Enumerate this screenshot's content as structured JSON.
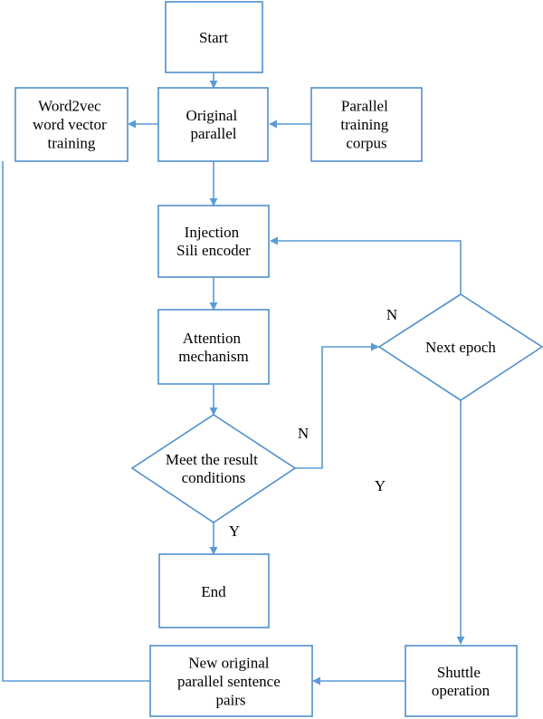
{
  "colors": {
    "node_border": "#4f8fcf",
    "arrow": "#5b9bd5",
    "text": "#000000",
    "background": "#ffffff"
  },
  "nodes": {
    "start": {
      "lines": [
        "Start"
      ]
    },
    "word2vec": {
      "lines": [
        "Word2vec",
        "word vector",
        "training"
      ]
    },
    "original": {
      "lines": [
        "Original",
        "parallel"
      ]
    },
    "parallel_corpus": {
      "lines": [
        "Parallel",
        "training",
        "corpus"
      ]
    },
    "injection": {
      "lines": [
        "Injection",
        "Sili encoder"
      ]
    },
    "attention": {
      "lines": [
        "Attention",
        "mechanism"
      ]
    },
    "meet_result": {
      "lines": [
        "Meet the result",
        "conditions"
      ]
    },
    "next_epoch": {
      "lines": [
        "Next epoch"
      ]
    },
    "end": {
      "lines": [
        "End"
      ]
    },
    "new_pairs": {
      "lines": [
        "New original",
        "parallel sentence",
        "pairs"
      ]
    },
    "shuttle": {
      "lines": [
        "Shuttle",
        "operation"
      ]
    }
  },
  "edge_labels": {
    "meet_no": "N",
    "meet_yes": "Y",
    "epoch_no": "N",
    "epoch_yes": "Y"
  }
}
